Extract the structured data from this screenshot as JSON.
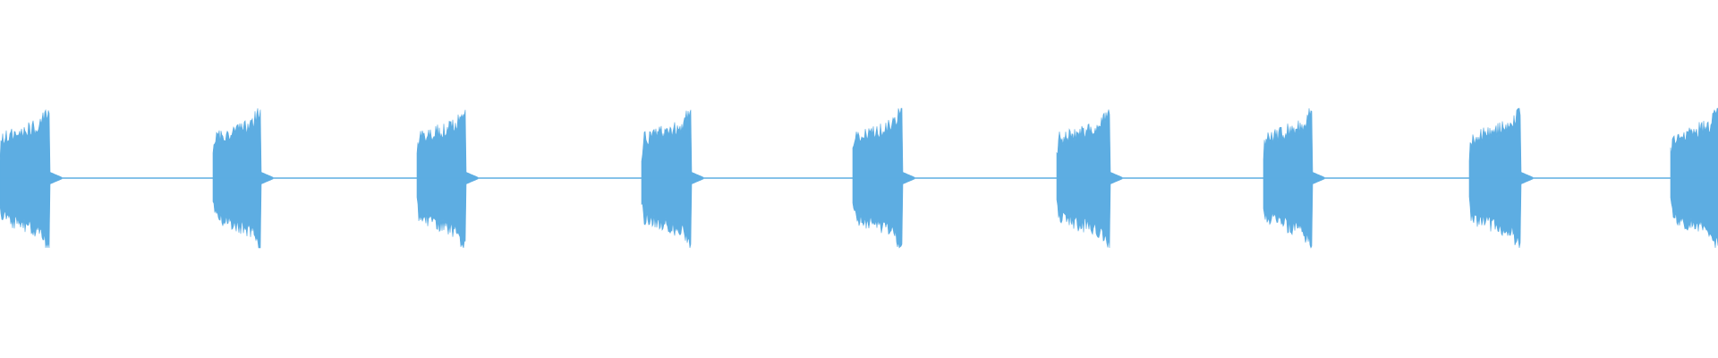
{
  "waveform": {
    "color": "#5DADE2",
    "background": "#ffffff",
    "burst_count": 9,
    "burst_peak_amplitude": 1.0,
    "baseline_amplitude": 0.0
  }
}
